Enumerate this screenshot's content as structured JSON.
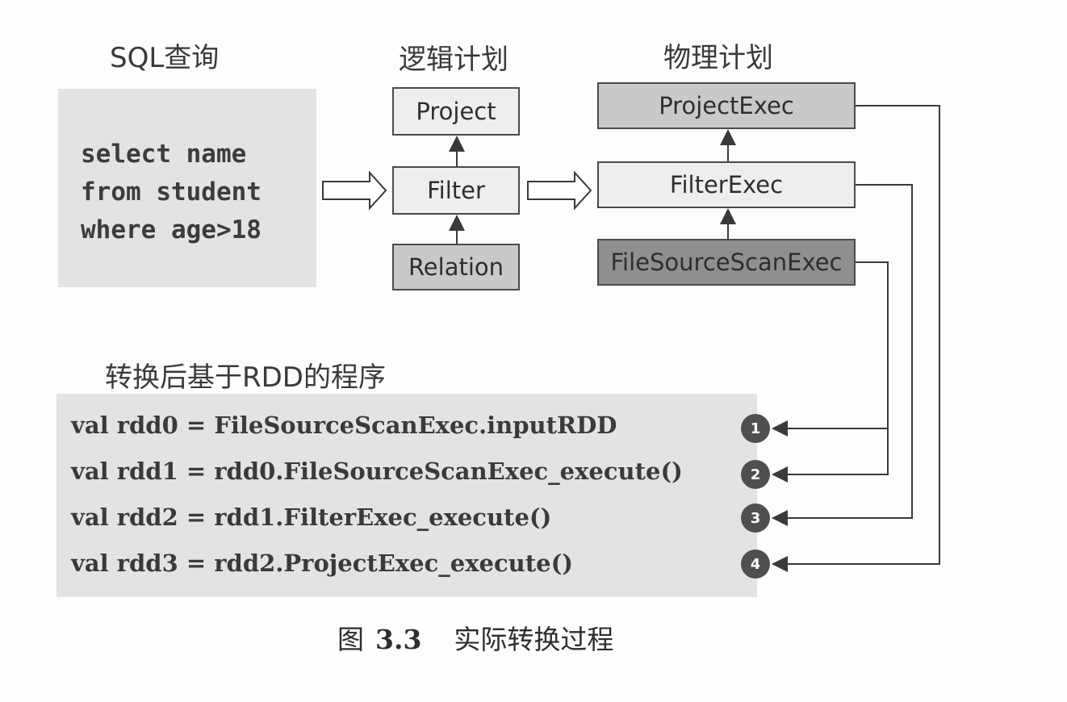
{
  "headings": {
    "sql": "SQL查询",
    "logical": "逻辑计划",
    "physical": "物理计划",
    "rdd_program": "转换后基于RDD的程序"
  },
  "sql_query": {
    "lines": [
      "select name",
      "from student",
      "where age>18"
    ]
  },
  "logical_plan": {
    "nodes": [
      "Project",
      "Filter",
      "Relation"
    ]
  },
  "physical_plan": {
    "nodes": [
      "ProjectExec",
      "FilterExec",
      "FileSourceScanExec"
    ]
  },
  "rdd_program": {
    "lines": [
      "val rdd0 = FileSourceScanExec.inputRDD",
      "val rdd1 = rdd0.FileSourceScanExec_execute()",
      "val rdd2 = rdd1.FilterExec_execute()",
      "val rdd3 = rdd2.ProjectExec_execute()"
    ],
    "badges": [
      "1",
      "2",
      "3",
      "4"
    ]
  },
  "caption": {
    "prefix": "图",
    "number": "3.3",
    "title": "实际转换过程"
  },
  "colors": {
    "light_node": "#eeeeee",
    "mid_node": "#c9c9c9",
    "dark_node": "#8f8f8f",
    "panel": "#e3e3e3",
    "badge": "#4f4f4f",
    "line": "#3a3a3a"
  }
}
